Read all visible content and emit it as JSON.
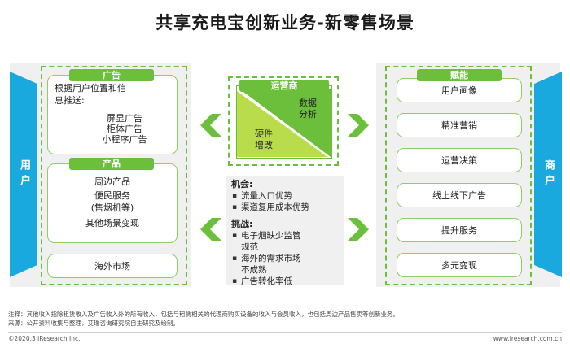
{
  "title": "共享充电宝创新业务-新零售场景",
  "left_side_label": "用户",
  "right_side_label": "商户",
  "ads": {
    "tag": "广告",
    "line1": "根据用户位置和信",
    "line2": "息推送:",
    "items": [
      "屏显广告",
      "柜体广告",
      "小程序广告"
    ]
  },
  "products": {
    "tag": "产品",
    "items": [
      "周边产品",
      "便民服务",
      "(售烟机等)",
      "其他场景变现"
    ]
  },
  "overseas": "海外市场",
  "operator": {
    "tag": "运营商",
    "upper_text": "数据\n分析",
    "lower_text": "硬件\n增改",
    "colors": {
      "upper": "#6cbf3a",
      "lower": "#b9dd4a"
    }
  },
  "opportunities": {
    "title": "机会:",
    "items": [
      "流量入口优势",
      "渠道复用成本优势"
    ]
  },
  "challenges": {
    "title": "挑战:",
    "items": [
      "电子烟缺少监管\n规范",
      "海外的需求市场\n不成熟",
      "广告转化率低"
    ]
  },
  "empower": {
    "tag": "赋能",
    "items": [
      "用户画像",
      "精准营销",
      "运营决策",
      "线上线下广告",
      "提升服务",
      "多元变现"
    ]
  },
  "footnote": {
    "line1": "注释：其他收入指除租赁收入及广告收入外的所有收入，包括与租赁相关的代理商购买设备的收入与会员收入，也包括周边产品售卖等创新业务。",
    "line2": "来源：公开资料收集与整理，艾瑞咨询研究院自主研究及绘制。"
  },
  "copyright": "©2020.3 iResearch Inc.",
  "website": "www.iresearch.com.cn",
  "colors": {
    "accent_green": "#6cbf3a",
    "banner_blue": "#19a9df",
    "panel_gray": "#f0f0f0"
  }
}
